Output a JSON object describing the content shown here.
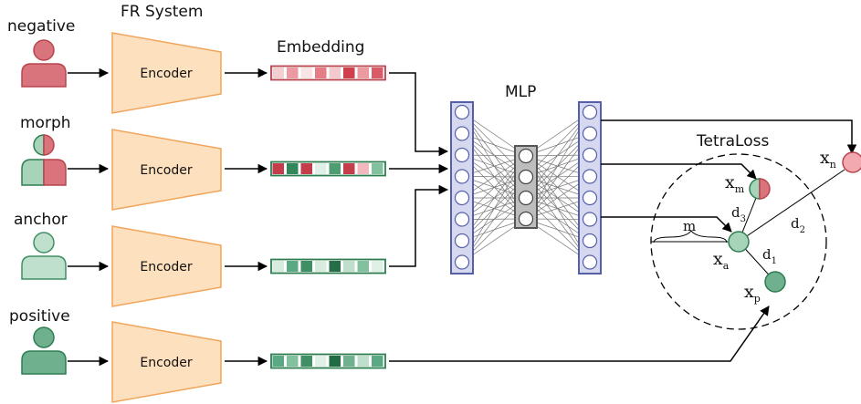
{
  "labels": {
    "fr_system": "FR System",
    "embedding": "Embedding",
    "mlp": "MLP",
    "tetraloss": "TetraLoss",
    "negative": "negative",
    "morph": "morph",
    "anchor": "anchor",
    "positive": "positive",
    "encoder": "Encoder"
  },
  "math": {
    "x": "x",
    "sub_n": "n",
    "sub_m": "m",
    "sub_a": "a",
    "sub_p": "p",
    "d": "d",
    "sub_1": "1",
    "sub_2": "2",
    "sub_3": "3",
    "margin": "m"
  },
  "colors": {
    "red": "#d9747c",
    "red_dark": "#b8444e",
    "green_light": "#a6d4bb",
    "green": "#6fb08e",
    "green_dark": "#2e7d50",
    "encoder_fill": "#fde0bd",
    "encoder_stroke": "#f0a55a",
    "mlp_stroke": "#5560a8",
    "mlp_fill": "#d5d8ee",
    "bottleneck_fill": "#bdbdbd"
  },
  "embeddings": {
    "negative": [
      "#f3cdd0",
      "#ec9aa2",
      "#f8e3e5",
      "#e67c87",
      "#f4c9cd",
      "#cf3f4c",
      "#ec9aa2",
      "#d95b68"
    ],
    "morph": [
      "#c43d4a",
      "#33865a",
      "#c43d4a",
      "#dff1e6",
      "#4e9c72",
      "#c43d4a",
      "#f3b7be",
      "#82c19e"
    ],
    "anchor": [
      "#d5ecdf",
      "#5ba884",
      "#3f8e64",
      "#d5ecdf",
      "#256e47",
      "#bddfcb",
      "#82c19e",
      "#dff1e6"
    ],
    "positive": [
      "#5ba884",
      "#82c19e",
      "#3f8e64",
      "#dff1e6",
      "#1f6b42",
      "#6fb08e",
      "#bddfcb",
      "#5ba884"
    ]
  }
}
